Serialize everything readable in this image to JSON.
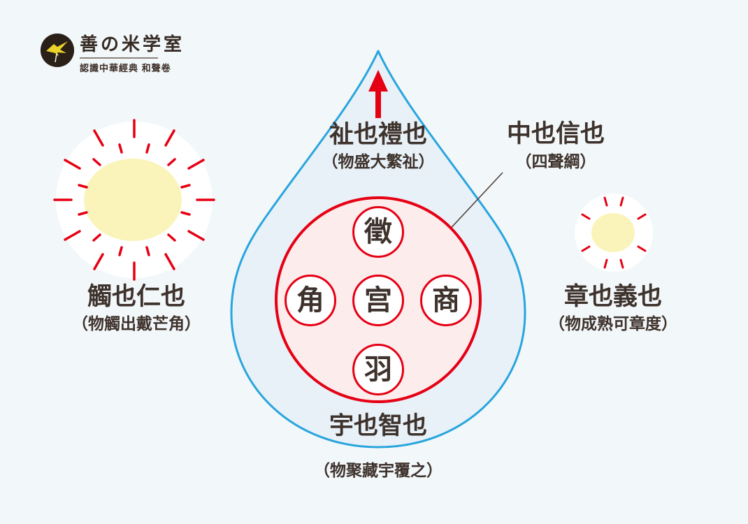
{
  "logo": {
    "icon": "swallow-bird-icon",
    "title": "善の米学室",
    "subtitle": "認識中華經典 和聲卷"
  },
  "drop": {
    "top_label": "祉也禮也",
    "top_note": "（物盛大繁祉）",
    "bottom_label": "宇也智也",
    "bottom_note": "（物聚藏宇覆之）"
  },
  "pointer": {
    "label": "中也信也",
    "note": "（四聲綱）"
  },
  "left_sun": {
    "label": "觸也仁也",
    "note": "（物觸出戴芒角）"
  },
  "right_sun": {
    "label": "章也義也",
    "note": "（物成熟可章度）"
  },
  "tones": {
    "top": "徵",
    "left": "角",
    "center": "宫",
    "right": "商",
    "bottom": "羽"
  },
  "colors": {
    "background": "#f2f7fa",
    "drop_stroke": "#29a5dd",
    "drop_fill": "#e8f1f8",
    "red": "#e60014",
    "circle_fill": "#fdecec",
    "sun_yellow": "#fbf4ba",
    "text": "#3e322c",
    "logo_circle": "#2a2018",
    "logo_bird": "#ecd32a"
  }
}
